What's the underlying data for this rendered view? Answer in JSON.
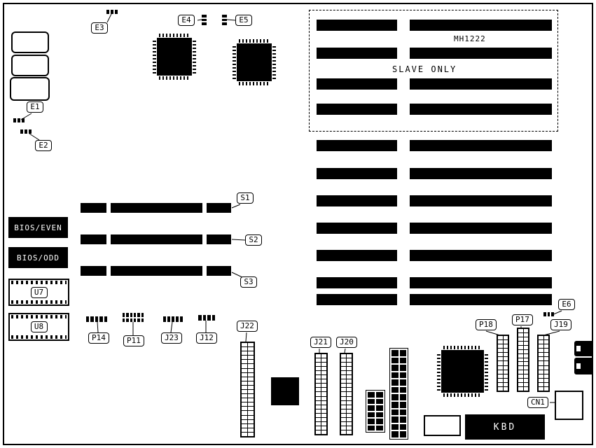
{
  "board": {
    "region_mh1222": "MH1222",
    "region_slave_only": "SLAVE ONLY"
  },
  "chips": {
    "bios_even": "BIOS/EVEN",
    "bios_odd": "BIOS/ODD",
    "u7": "U7",
    "u8": "U8"
  },
  "connectors": {
    "kbd": "KBD"
  },
  "callouts": {
    "e1": "E1",
    "e2": "E2",
    "e3": "E3",
    "e4": "E4",
    "e5": "E5",
    "e6": "E6",
    "s1": "S1",
    "s2": "S2",
    "s3": "S3",
    "p11": "P11",
    "p14": "P14",
    "p17": "P17",
    "p18": "P18",
    "j12": "J12",
    "j19": "J19",
    "j20": "J20",
    "j21": "J21",
    "j22": "J22",
    "j23": "J23",
    "cn1": "CN1"
  },
  "colors": {
    "ink": "#000000",
    "paper": "#ffffff"
  }
}
